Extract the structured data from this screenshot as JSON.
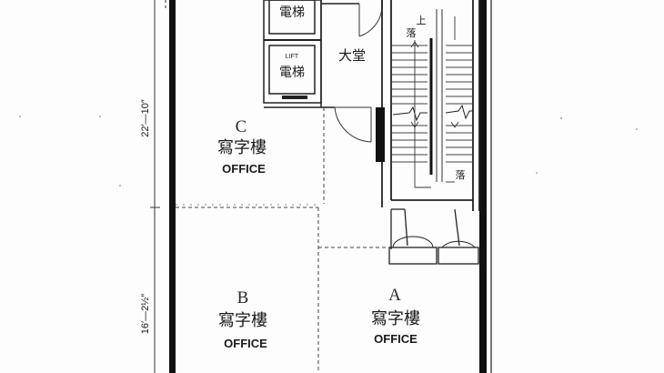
{
  "units": [
    {
      "letter": "C",
      "name_cn": "寫字樓",
      "name_en": "OFFICE"
    },
    {
      "letter": "B",
      "name_cn": "寫字樓",
      "name_en": "OFFICE"
    },
    {
      "letter": "A",
      "name_cn": "寫字樓",
      "name_en": "OFFICE"
    }
  ],
  "lifts": [
    {
      "tag": "",
      "name_cn": "電梯"
    },
    {
      "tag": "LIFT",
      "name_cn": "電梯"
    }
  ],
  "lobby": "大堂",
  "stairs": {
    "up": "上",
    "down_top": "落",
    "down_bottom": "落"
  },
  "dimensions": {
    "upper": "22′—10″",
    "lower": "16′—2½″"
  }
}
